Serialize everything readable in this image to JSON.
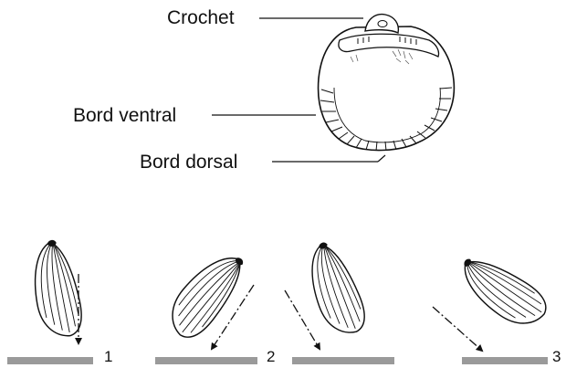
{
  "labels": {
    "crochet": "Crochet",
    "bord_ventral": "Bord ventral",
    "bord_dorsal": "Bord dorsal"
  },
  "steps": [
    {
      "number": "1"
    },
    {
      "number": "2"
    },
    {
      "number": "3"
    }
  ],
  "colors": {
    "ink": "#111111",
    "ground_bar": "#9a9a9a",
    "shell_fill": "#ffffff",
    "shading": "#555555"
  }
}
